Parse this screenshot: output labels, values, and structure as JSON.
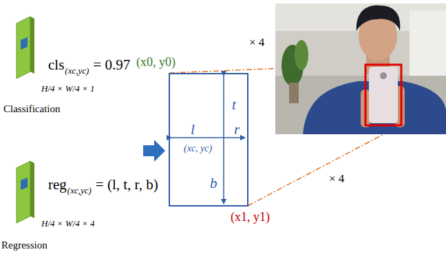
{
  "diagram": {
    "nodes": [
      {
        "text": [
          "t",
          "l",
          "r",
          "b",
          "(xc, yc)"
        ]
      }
    ],
    "labels": [
      "cls",
      "(xc,yc)",
      "= 0.97",
      "H/4 × W/4 × 1",
      "Classification",
      "reg",
      "(xc,yc)",
      "= (l, t, r, b)",
      "H/4 × W/4 × 4",
      "Regression",
      "(x0, y0)",
      "× 4",
      "× 4",
      "(x1, y1)"
    ]
  }
}
